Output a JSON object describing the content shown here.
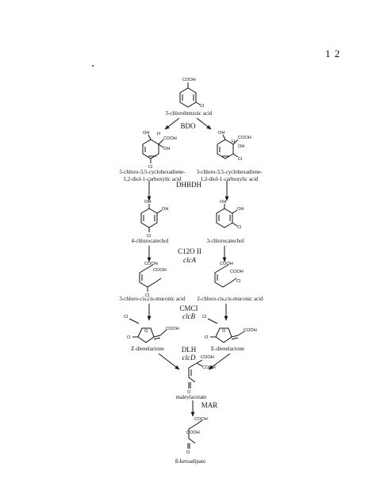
{
  "page_number": "1 2",
  "compounds": {
    "c1": "3-chlorobenzoic acid",
    "c2a_line1": "5-chloro-3,5-cyclohexadiene-",
    "c2a_line2": "1,2-diol-1-carboxylic acid",
    "c2b_line1": "3-chloro-3,5-cyclohexadiene-",
    "c2b_line2": "1,2-diol-1-carboxylic acid",
    "c3a": "4-chlorocatechol",
    "c3b": "3-chlorocatechol",
    "c4a": "3-chloro-cis,cis-muconic acid",
    "c4b": "2-chloro-cis,cis-muconic acid",
    "c5a": "Z-dienelactone",
    "c5b": "E-dienelactone",
    "c6": "maleylacetate",
    "c7": "ß-ketoadipate"
  },
  "enzymes": {
    "bdo": "BDO",
    "dhbdh": "DHBDH",
    "c12o": "C12O II",
    "c12o_gene": "clcA",
    "cmci": "CMCI",
    "cmci_gene": "clcB",
    "dlh": "DLH",
    "dlh_gene": "clcD",
    "mar": "MAR"
  },
  "groups": {
    "cooh": "COOH",
    "cl": "Cl",
    "oh": "OH",
    "h": "H",
    "o": "O"
  }
}
